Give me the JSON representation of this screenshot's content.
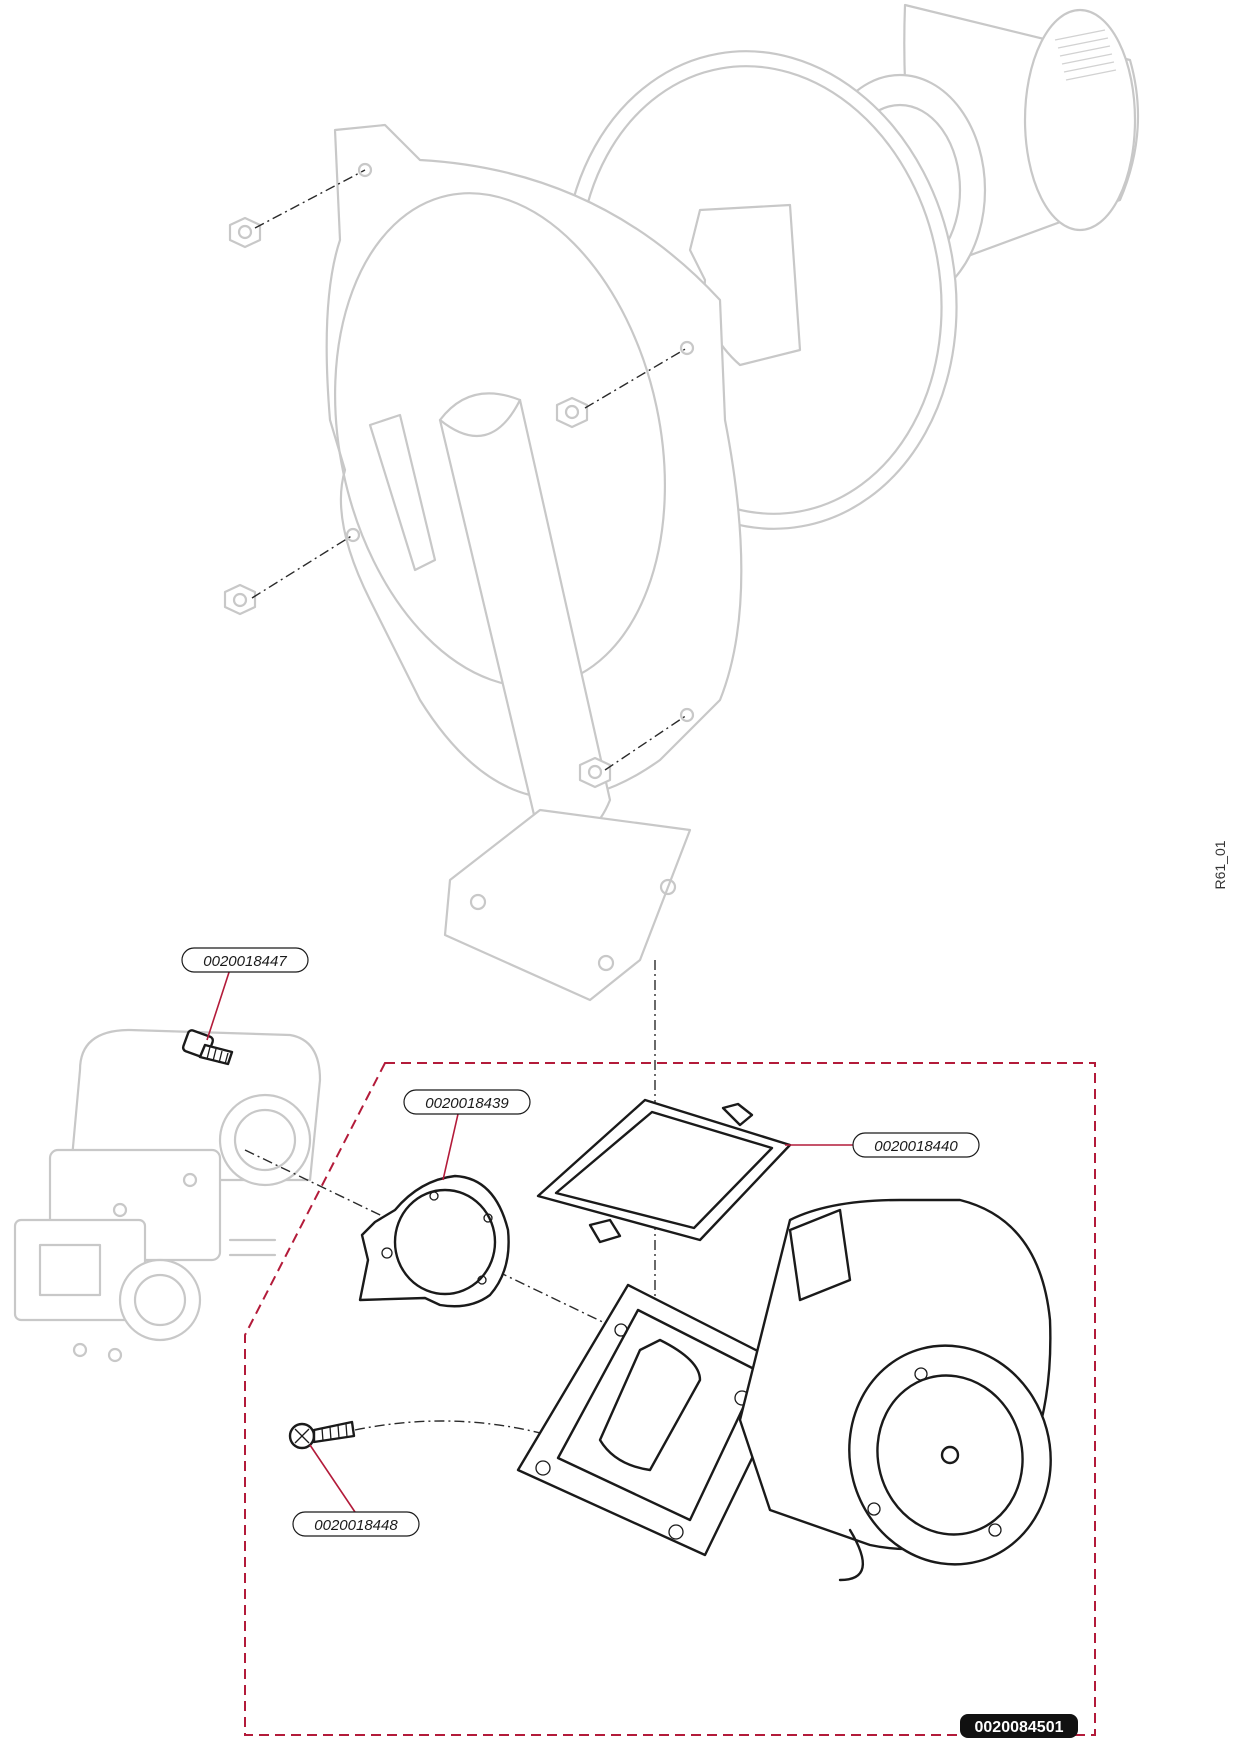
{
  "callouts": [
    {
      "id": "screw-top",
      "label": "0020018447"
    },
    {
      "id": "gasket-round",
      "label": "0020018439"
    },
    {
      "id": "gasket-rect",
      "label": "0020018440"
    },
    {
      "id": "screw-bottom",
      "label": "0020018448"
    }
  ],
  "assembly_label": "0020084501",
  "drawing_ref": "R61_01",
  "colors": {
    "frame": "#b31b3a",
    "ghost": "#c8c8c8",
    "ink": "#1a1a1a"
  }
}
